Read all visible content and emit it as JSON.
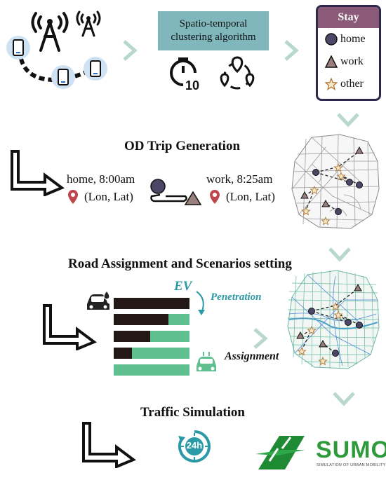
{
  "clustering": {
    "label_line1": "Spatio-temporal",
    "label_line2": "clustering algorithm"
  },
  "stay": {
    "title": "Stay",
    "items": [
      {
        "label": "home",
        "icon": "circle-marker-icon"
      },
      {
        "label": "work",
        "icon": "triangle-marker-icon"
      },
      {
        "label": "other",
        "icon": "star-marker-icon"
      }
    ]
  },
  "od": {
    "title": "OD Trip Generation",
    "origin_time": "home, 8:00am",
    "origin_coords": "(Lon, Lat)",
    "dest_time": "work, 8:25am",
    "dest_coords": "(Lon, Lat)"
  },
  "road": {
    "title": "Road Assignment and Scenarios setting",
    "ev_label": "EV",
    "penetration_label": "Penetration",
    "assignment_label": "Assignment",
    "penetration_levels": [
      1.0,
      0.72,
      0.48,
      0.24,
      0.0
    ]
  },
  "traffic": {
    "title": "Traffic Simulation",
    "clock_label": "24h",
    "sumo_label": "SUMO",
    "sumo_subtitle": "SIMULATION OF URBAN MOBILITY"
  },
  "colors": {
    "teal_box": "#7fb7bd",
    "stay_header": "#8b5a78",
    "arrow_chevron": "#b8d8cc",
    "bar_dark": "#231816",
    "bar_green": "#5fbf8f",
    "sumo_green": "#2f9a3c",
    "ev_teal": "#2a9aa6",
    "home_marker": "#4b4766",
    "work_marker": "#9a7f7c"
  }
}
